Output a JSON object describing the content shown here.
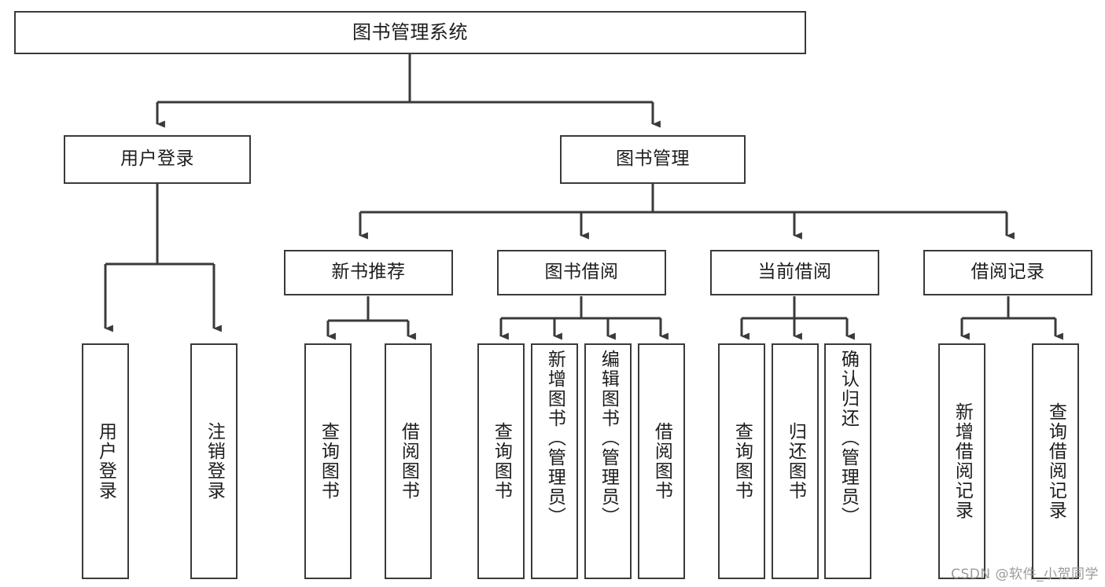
{
  "diagram": {
    "title": "图书管理系统",
    "type": "tree-hierarchy-chart",
    "line_color": "#3a3a3a",
    "box_fill": "#ffffff",
    "text_color": "#1d1d1d"
  },
  "nodes": {
    "root": {
      "label": "图书管理系统"
    },
    "level2": [
      {
        "label": "用户登录"
      },
      {
        "label": "图书管理"
      }
    ],
    "level3": [
      {
        "label": "新书推荐"
      },
      {
        "label": "图书借阅"
      },
      {
        "label": "当前借阅"
      },
      {
        "label": "借阅记录"
      }
    ],
    "leaves": {
      "user_login": [
        {
          "label": "用户登录"
        },
        {
          "label": "注销登录"
        }
      ],
      "new_book": [
        {
          "label": "查询图书"
        },
        {
          "label": "借阅图书"
        }
      ],
      "book_borrow": [
        {
          "label": "查询图书"
        },
        {
          "label": "新增图书（管理员）"
        },
        {
          "label": "编辑图书（管理员）"
        },
        {
          "label": "借阅图书"
        }
      ],
      "current_borrow": [
        {
          "label": "查询图书"
        },
        {
          "label": "归还图书"
        },
        {
          "label": "确认归还（管理员）"
        }
      ],
      "borrow_record": [
        {
          "label": "新增借阅记录"
        },
        {
          "label": "查询借阅记录"
        }
      ]
    }
  },
  "watermark": {
    "text": "CSDN @软件_小贺同学"
  }
}
